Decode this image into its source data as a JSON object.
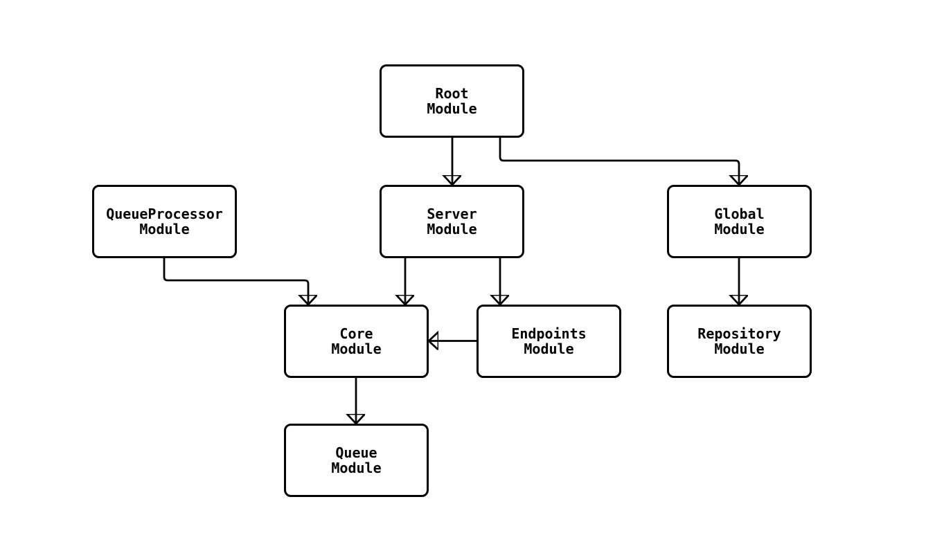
{
  "diagram": {
    "type": "module-dependency-flowchart",
    "background_color": "#ffffff",
    "node_fill_color": "#ffffff",
    "node_border_color": "#000000",
    "edge_color": "#000000",
    "text_color": "#000000",
    "nodes": [
      {
        "id": "root",
        "label": "Root\nModule"
      },
      {
        "id": "queueprocessor",
        "label": "QueueProcessor\nModule"
      },
      {
        "id": "server",
        "label": "Server\nModule"
      },
      {
        "id": "global",
        "label": "Global\nModule"
      },
      {
        "id": "core",
        "label": "Core\nModule"
      },
      {
        "id": "endpoints",
        "label": "Endpoints\nModule"
      },
      {
        "id": "repository",
        "label": "Repository\nModule"
      },
      {
        "id": "queue",
        "label": "Queue\nModule"
      }
    ],
    "edges": [
      {
        "from": "Root Module",
        "to": "Server Module"
      },
      {
        "from": "Root Module",
        "to": "Global Module"
      },
      {
        "from": "QueueProcessor Module",
        "to": "Core Module"
      },
      {
        "from": "Server Module",
        "to": "Core Module"
      },
      {
        "from": "Server Module",
        "to": "Endpoints Module"
      },
      {
        "from": "Endpoints Module",
        "to": "Core Module"
      },
      {
        "from": "Global Module",
        "to": "Repository Module"
      },
      {
        "from": "Core Module",
        "to": "Queue Module"
      }
    ]
  }
}
